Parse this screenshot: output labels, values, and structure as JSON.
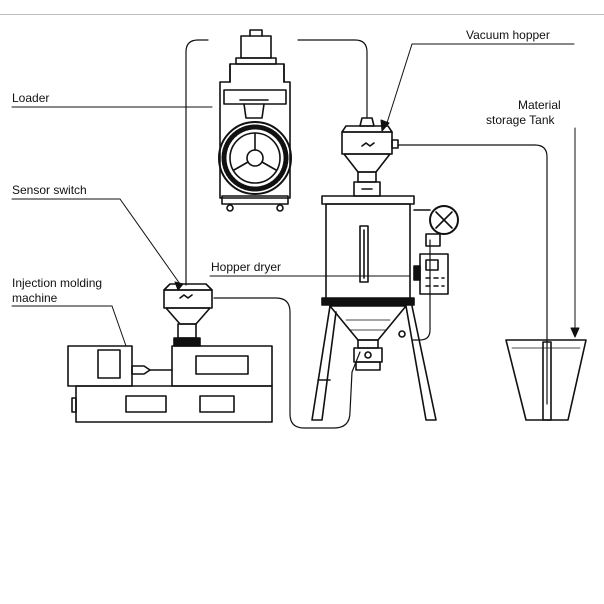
{
  "labels": {
    "vacuum_hopper": "Vacuum hopper",
    "loader": "Loader",
    "material_storage_line1": "Material",
    "material_storage_line2": "storage Tank",
    "sensor_switch": "Sensor switch",
    "hopper_dryer": "Hopper dryer",
    "injection_line1": "Injection molding",
    "injection_line2": "machine"
  },
  "colors": {
    "ink": "#111111",
    "rule": "#bdbdbd",
    "background": "#ffffff"
  }
}
